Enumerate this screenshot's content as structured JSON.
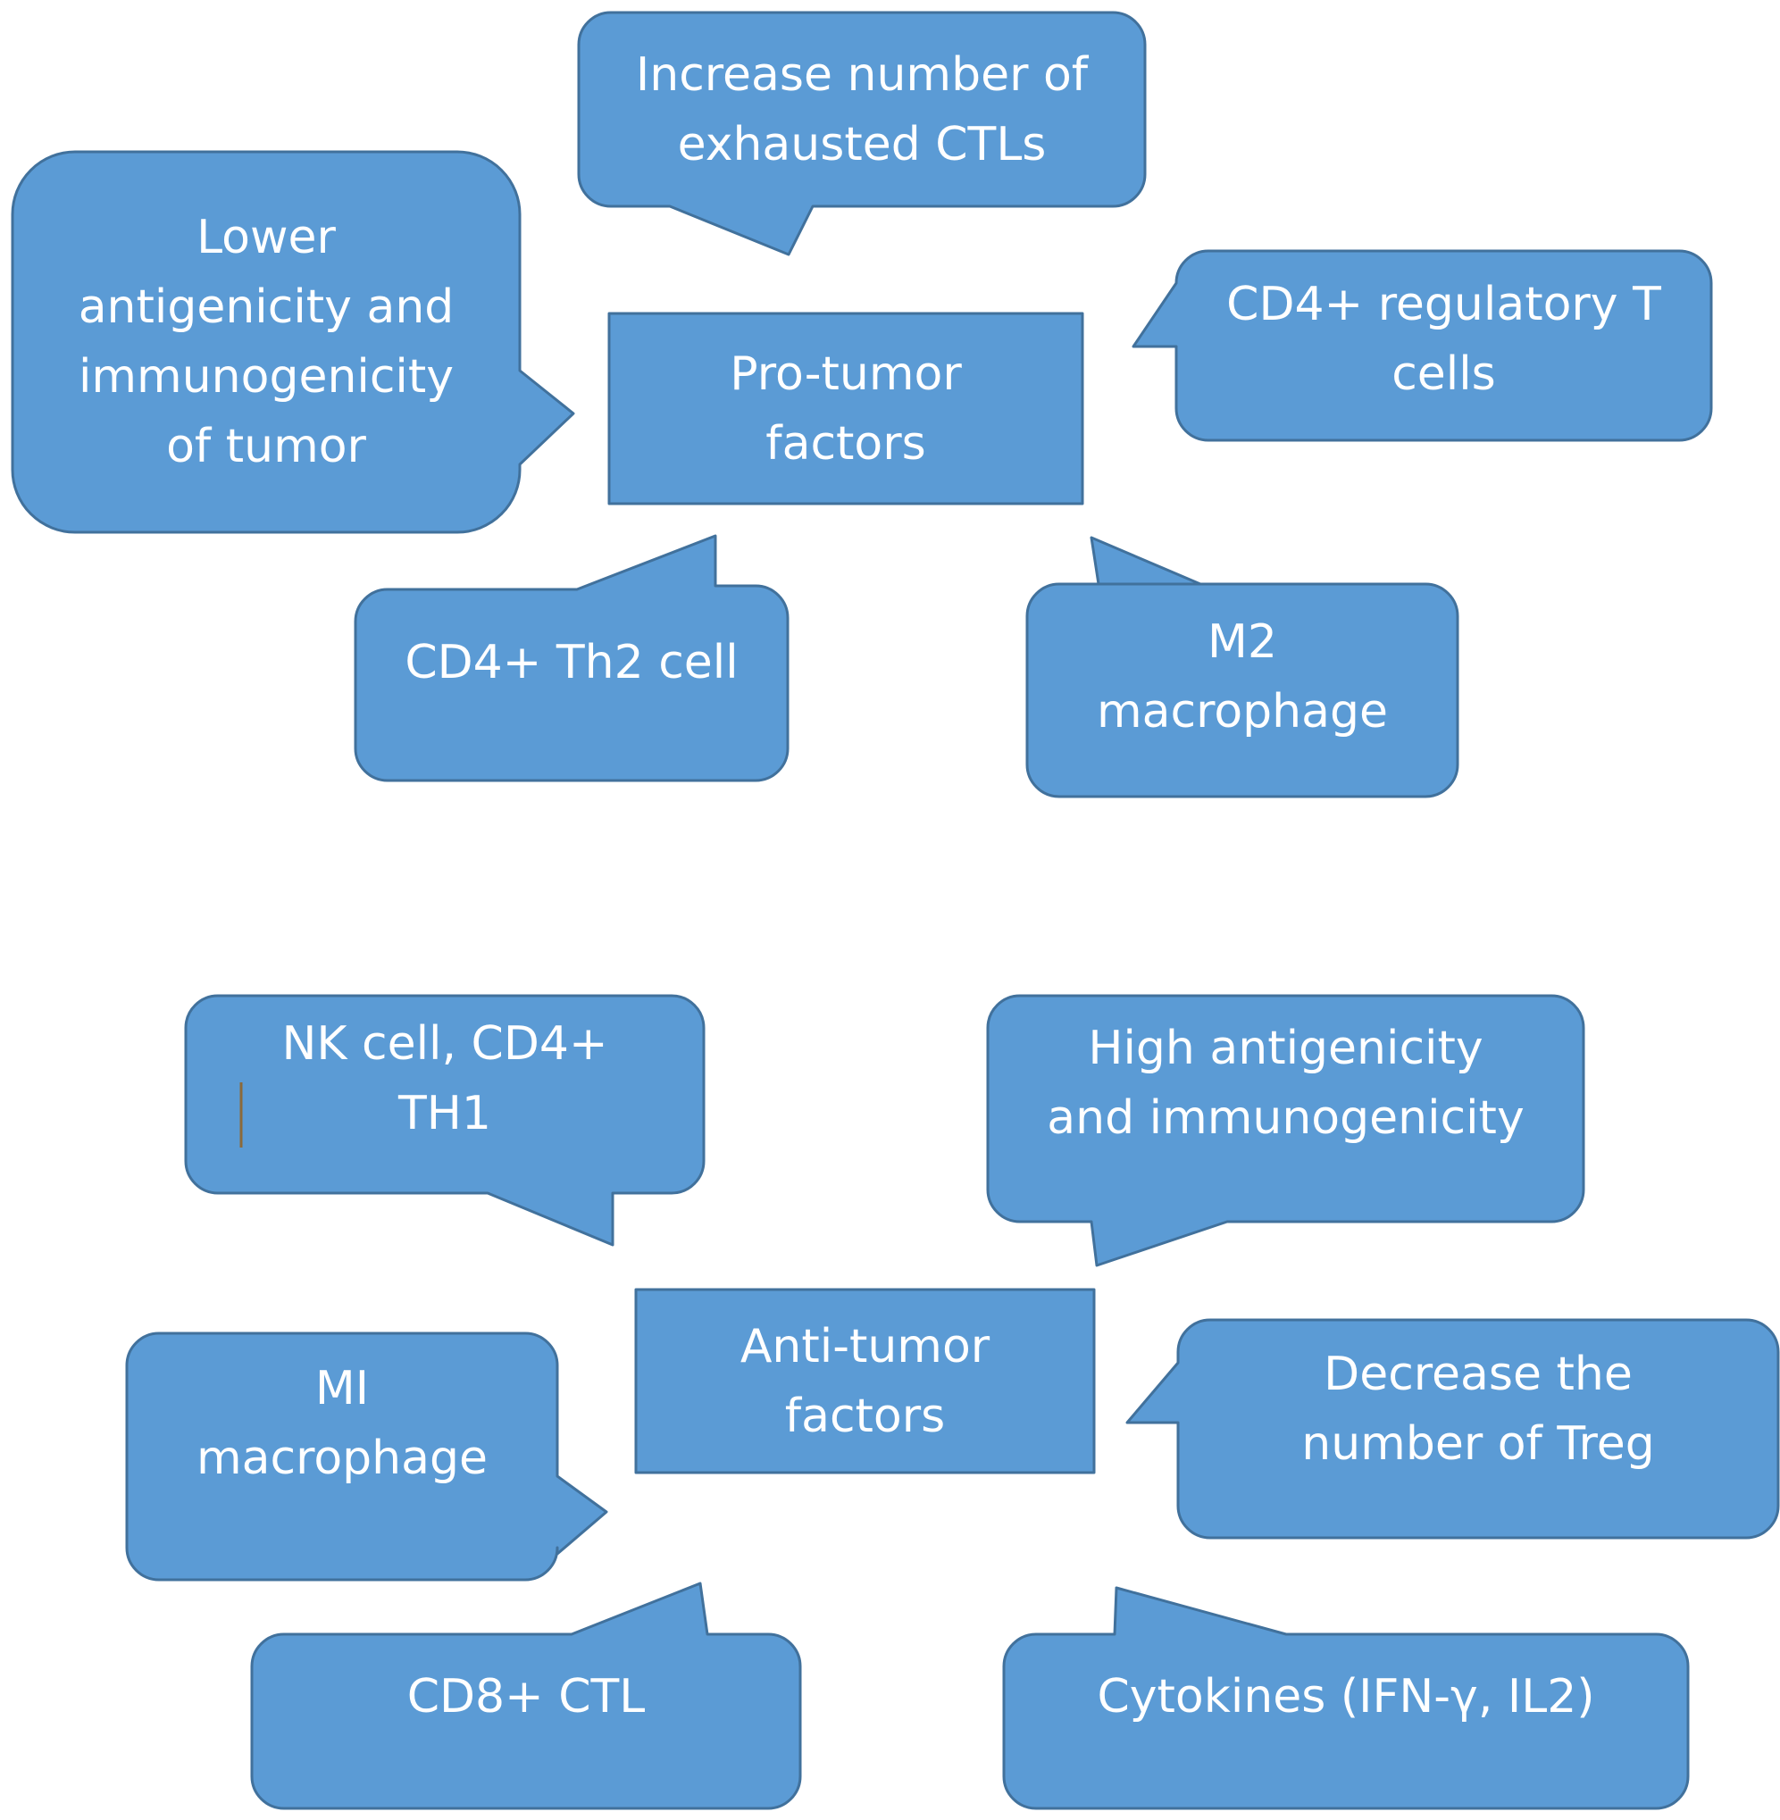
{
  "colors": {
    "fill": "#5b9bd5",
    "stroke": "#41719c",
    "text": "#ffffff",
    "background": "#ffffff"
  },
  "pro_tumor": {
    "center": {
      "lines": [
        "Pro-tumor",
        "factors"
      ]
    },
    "callouts": {
      "exhausted_ctls": {
        "lines": [
          "Increase number of",
          "exhausted CTLs"
        ]
      },
      "lower_antigenicity": {
        "lines": [
          "Lower",
          "antigenicity and",
          "immunogenicity",
          "of tumor"
        ]
      },
      "cd4_treg": {
        "lines": [
          "CD4+ regulatory T",
          "cells"
        ]
      },
      "cd4_th2": {
        "lines": [
          "CD4+ Th2 cell"
        ]
      },
      "m2_macrophage": {
        "lines": [
          "M2",
          "macrophage"
        ]
      }
    }
  },
  "anti_tumor": {
    "center": {
      "lines": [
        "Anti-tumor",
        "factors"
      ]
    },
    "callouts": {
      "nk_th1": {
        "lines": [
          "NK cell, CD4+",
          "TH1"
        ]
      },
      "high_antigenicity": {
        "lines": [
          "High antigenicity",
          "and immunogenicity"
        ]
      },
      "m1_macrophage": {
        "lines": [
          "MI",
          "macrophage"
        ]
      },
      "decrease_treg": {
        "lines": [
          "Decrease the",
          "number of Treg"
        ]
      },
      "cd8_ctl": {
        "lines": [
          "CD8+ CTL"
        ]
      },
      "cytokines": {
        "lines": [
          "Cytokines (IFN-γ, IL2)"
        ]
      }
    }
  }
}
